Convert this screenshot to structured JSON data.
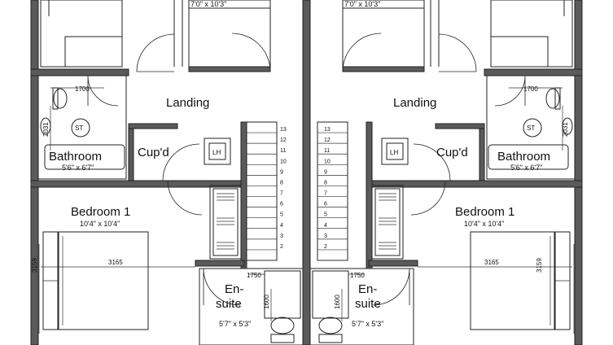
{
  "plan": {
    "left": {
      "top_room_dims": "7'0\" x 10'3\"",
      "landing": "Landing",
      "bathroom": "Bathroom",
      "bathroom_dims": "5'6\" x 6'7\"",
      "cupd": "Cup'd",
      "lh": "LH",
      "st": "ST",
      "dim_1700": "1700",
      "dim_2031": "2031",
      "bedroom1": "Bedroom  1",
      "bedroom1_dims": "10'4\" x 10'4\"",
      "dim_3165": "3165",
      "dim_3159": "3159",
      "dim_1750": "1750",
      "dim_1600": "1600",
      "ensuite_a": "En-",
      "ensuite_b": "suite",
      "ensuite_dims": "5'7\" x 5'3\""
    },
    "right": {
      "top_room_dims": "7'0\" x 10'3\"",
      "landing": "Landing",
      "bathroom": "Bathroom",
      "bathroom_dims": "5'6\" x 6'7\"",
      "cupd": "Cup'd",
      "lh": "LH",
      "st": "ST",
      "dim_1700": "1700",
      "dim_2031": "2031",
      "bedroom1": "Bedroom  1",
      "bedroom1_dims": "10'4\" x 10'4\"",
      "dim_3165": "3165",
      "dim_3159": "3159",
      "dim_1750": "1750",
      "dim_1600": "1600",
      "ensuite_a": "En-",
      "ensuite_b": "suite",
      "ensuite_dims": "5'7\" x 5'3\""
    },
    "stair_steps": [
      "13",
      "12",
      "11",
      "10",
      "9",
      "8",
      "7",
      "6",
      "5",
      "4",
      "3",
      "2"
    ]
  }
}
